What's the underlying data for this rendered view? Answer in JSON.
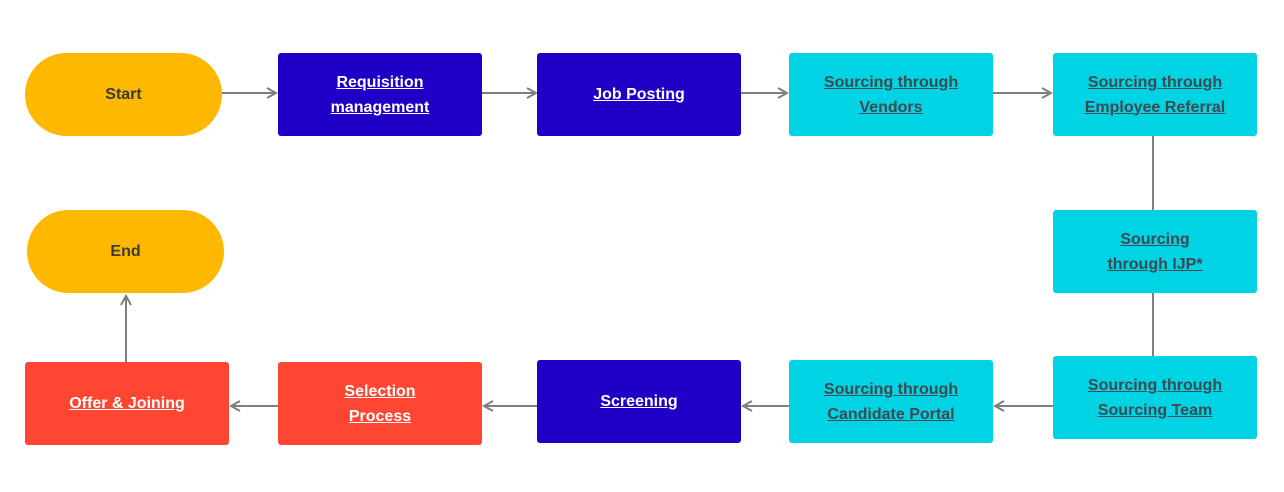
{
  "colors": {
    "terminal": "#ffb800",
    "process_dark": "#1f00c6",
    "sourcing": "#00d3e3",
    "selection": "#ff4633",
    "connector": "#7f7f7f"
  },
  "nodes": {
    "start": {
      "lines": [
        "Start"
      ]
    },
    "requisition": {
      "lines": [
        "Requisition",
        "management"
      ]
    },
    "job_posting": {
      "lines": [
        "Job Posting"
      ]
    },
    "vendors": {
      "lines": [
        "Sourcing through",
        "Vendors"
      ]
    },
    "employee_referral": {
      "lines": [
        "Sourcing through",
        "Employee Referral"
      ]
    },
    "ijp": {
      "lines": [
        "Sourcing",
        "through IJP*"
      ]
    },
    "sourcing_team": {
      "lines": [
        "Sourcing through",
        "Sourcing Team"
      ]
    },
    "candidate_portal": {
      "lines": [
        "Sourcing through",
        "Candidate Portal"
      ]
    },
    "screening": {
      "lines": [
        "Screening"
      ]
    },
    "selection": {
      "lines": [
        "Selection",
        "Process"
      ]
    },
    "offer": {
      "lines": [
        "Offer & Joining"
      ]
    },
    "end": {
      "lines": [
        "End"
      ]
    }
  }
}
